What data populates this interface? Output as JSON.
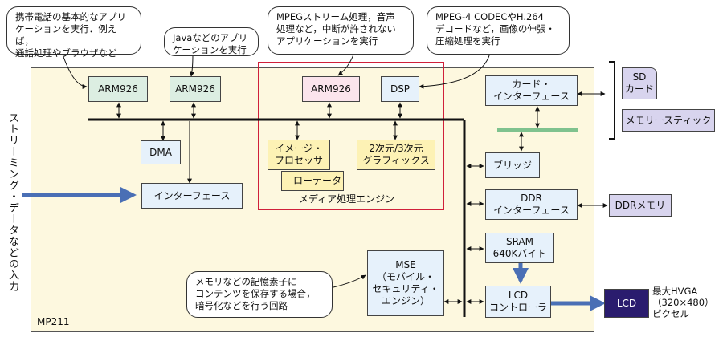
{
  "chip": {
    "name": "MP211"
  },
  "media_engine": {
    "label": "メディア処理エンジン"
  },
  "blocks": {
    "arm1": "ARM926",
    "arm2": "ARM926",
    "arm3": "ARM926",
    "dsp": "DSP",
    "dma": "DMA",
    "image": "イメージ・\nプロセッサ",
    "rotator": "ローテータ",
    "graphics": "2次元/3次元\nグラフィックス",
    "interface": "インターフェース",
    "card_if": "カード・\nインターフェース",
    "bridge": "ブリッジ",
    "ddr_if": "DDR\nインターフェース",
    "sram": "SRAM\n640Kバイト",
    "mse": "MSE\n（モバイル・\nセキュリティ・\nエンジン）",
    "lcd_ctrl": "LCD\nコントローラ"
  },
  "external": {
    "sd_card": "SD\nカード",
    "memory_stick": "メモリースティック",
    "ddr_memory": "DDRメモリ",
    "lcd": "LCD",
    "lcd_spec": "最大HVGA\n（320×480）\nピクセル"
  },
  "callouts": {
    "phone_apps": "携帯電話の基本的なアプリ\nケーションを実行．例えば，\n通話処理やブラウザなど",
    "java_apps": "Javaなどのアプリ\nケーションを実行",
    "mpeg_apps": "MPEGストリーム処理，音声\n処理など，中断が許されない\nアプリケーションを実行",
    "codec_apps": "MPEG-4 CODECやH.264\nデコードなど，画像の伸張・\n圧縮処理を実行",
    "mse_note": "メモリなどの記憶素子に\nコンテンツを保存する場合，\n暗号化などを行う回路"
  },
  "input_label": "ストリーミング・データなどの入力"
}
